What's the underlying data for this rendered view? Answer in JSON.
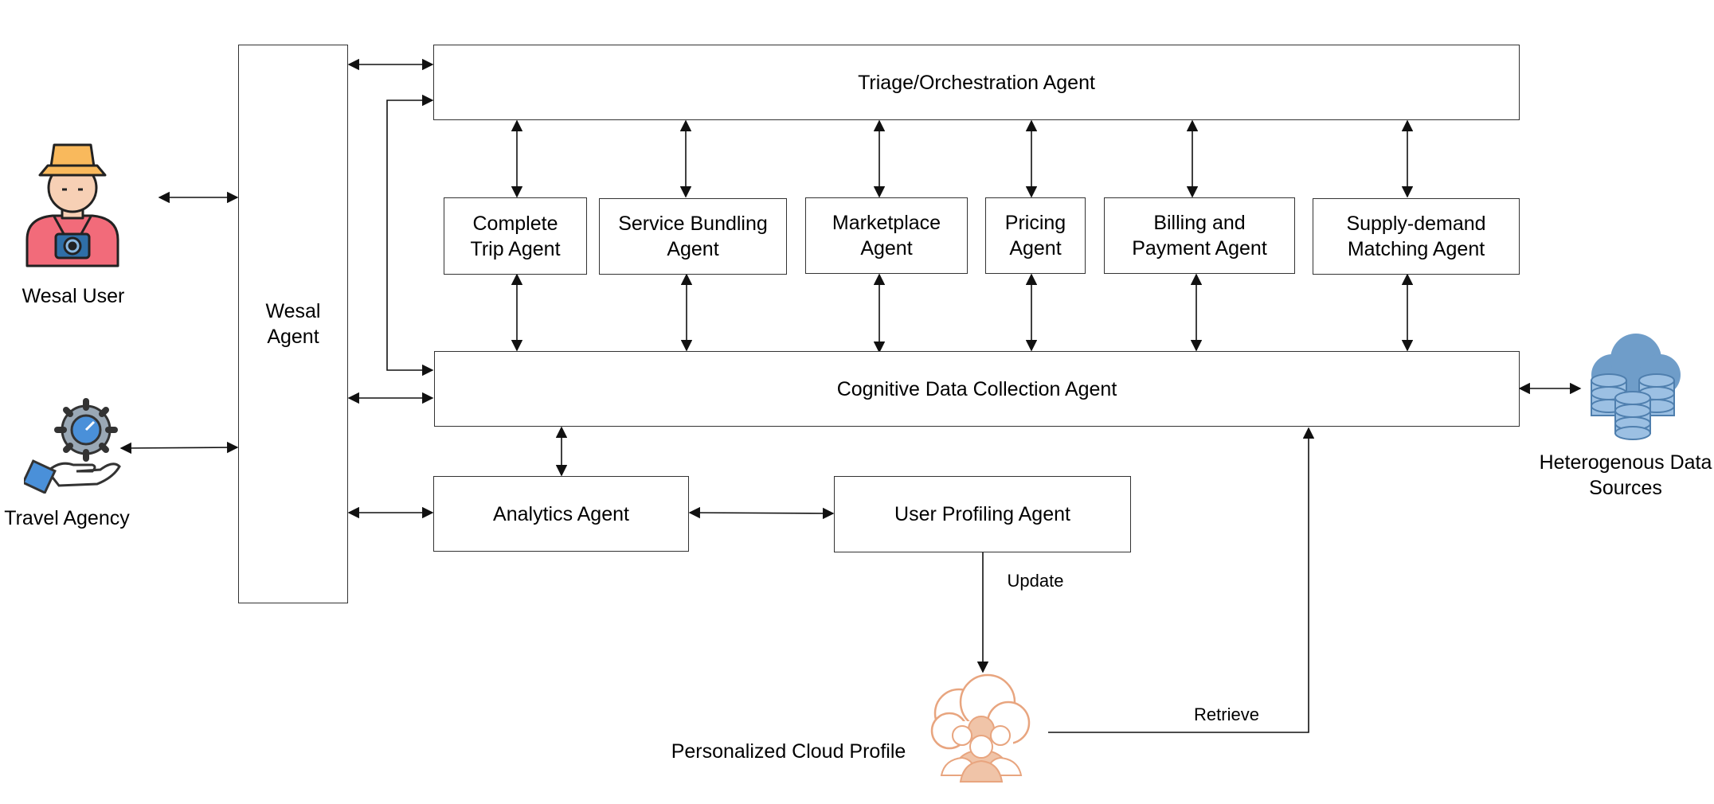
{
  "agents": {
    "wesal": "Wesal\nAgent",
    "triage": "Triage/Orchestration Agent",
    "complete_trip": "Complete\nTrip Agent",
    "service_bundling": "Service Bundling\nAgent",
    "marketplace": "Marketplace\nAgent",
    "pricing": "Pricing\nAgent",
    "billing": "Billing and\nPayment Agent",
    "supply_demand": "Supply-demand\nMatching Agent",
    "cognitive": "Cognitive Data Collection Agent",
    "analytics": "Analytics Agent",
    "user_profiling": "User Profiling Agent"
  },
  "actors": {
    "wesal_user": "Wesal User",
    "travel_agency": "Travel Agency",
    "heterogenous": "Heterogenous Data\nSources",
    "cloud_profile": "Personalized Cloud Profile"
  },
  "edges": {
    "update": "Update",
    "retrieve": "Retrieve"
  },
  "colors": {
    "stroke": "#333333",
    "user_shirt": "#f26b7a",
    "user_hat": "#f9b95c",
    "cloud_blue": "#6f9dc9",
    "profile_orange": "#f0c4a8",
    "agency_blue": "#4a90d9"
  }
}
